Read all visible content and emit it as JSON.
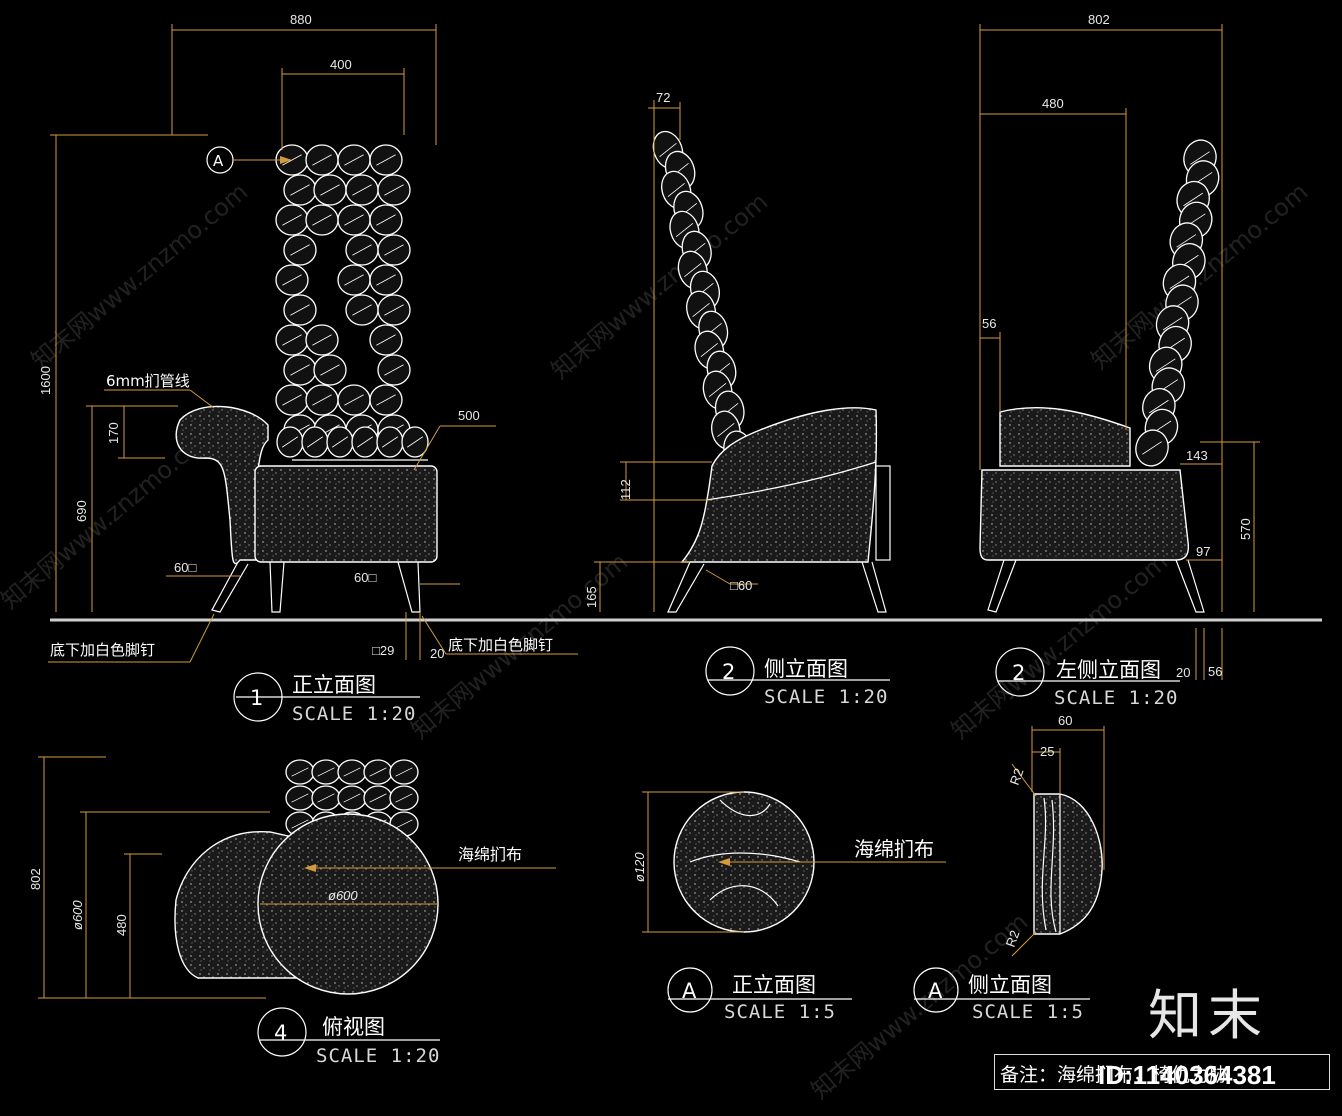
{
  "views": {
    "front": {
      "number": "1",
      "title": "正立面图",
      "scale": "SCALE 1:20"
    },
    "side": {
      "number": "2",
      "title": "侧立面图",
      "scale": "SCALE 1:20"
    },
    "left": {
      "number": "2",
      "title": "左侧立面图",
      "scale": "SCALE 1:20"
    },
    "top": {
      "number": "4",
      "title": "俯视图",
      "scale": "SCALE 1:20"
    },
    "detail_front": {
      "number": "A",
      "title": "正立面图",
      "scale": "SCALE 1:5"
    },
    "detail_side": {
      "number": "A",
      "title": "侧立面图",
      "scale": "SCALE 1:5"
    }
  },
  "dimensions": {
    "front_width": "880",
    "front_back_width": "400",
    "front_height": "1600",
    "front_arm_height": "690",
    "front_arm_thick": "170",
    "front_seat": "500",
    "front_leg_a": "60□",
    "front_leg_b": "60□",
    "front_leg_c": "□29",
    "front_leg_d": "20",
    "side_back": "72",
    "side_112": "112",
    "side_165": "165",
    "side_leg": "□60",
    "left_width": "802",
    "left_480": "480",
    "left_56": "56",
    "left_143": "143",
    "left_570": "570",
    "left_97": "97",
    "left_bottom_a": "20",
    "left_bottom_b": "56",
    "top_802": "802",
    "top_600": "ø600",
    "top_480": "480",
    "top_circle": "ø600",
    "det_120": "ø120",
    "det_60": "60",
    "det_25": "25",
    "det_r2a": "R2",
    "det_r2b": "R2"
  },
  "labels": {
    "pipe": "6mm扪管线",
    "foot_left": "底下加白色脚钉",
    "foot_right": "底下加白色脚钉",
    "sponge_top": "海绵扪布",
    "sponge_detail": "海绵扪布",
    "callout_a": "A"
  },
  "note": "备注：海绵扪布，椅仇力胁",
  "watermark": "知末网www.znzmo.com",
  "logo_text": "知末",
  "id_text": "ID:1140364381"
}
